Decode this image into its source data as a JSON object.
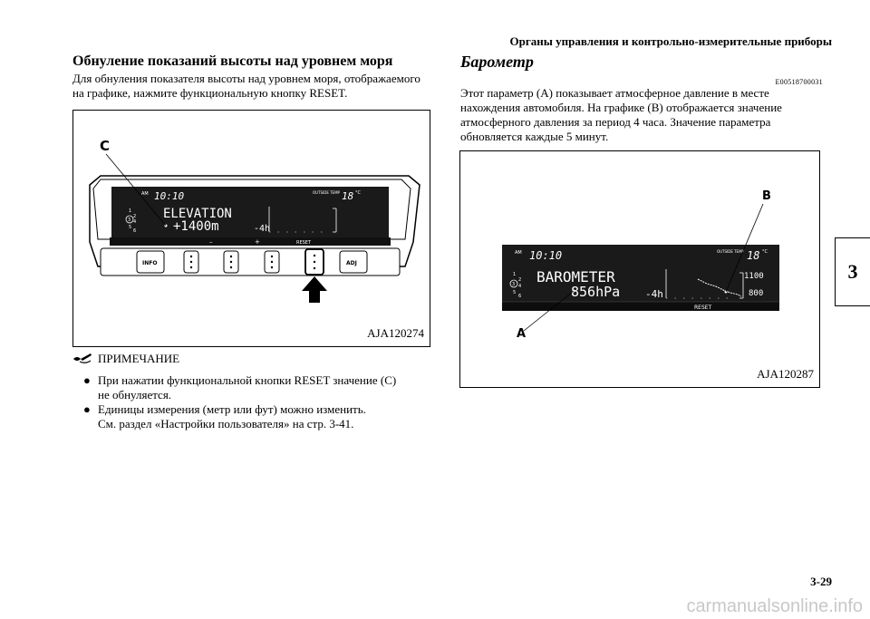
{
  "header": {
    "title": "Органы управления и контрольно-измерительные приборы"
  },
  "chapter_tab": "3",
  "left": {
    "heading": "Обнуление показаний высоты над уровнем моря",
    "para_lines": [
      "Для обнуления показателя высоты над уровнем моря, отображаемого",
      "на графике, нажмите функциональную кнопку RESET."
    ],
    "figure": {
      "caption": "AJA120274",
      "callout_c": "C",
      "lcd": {
        "am": "AM",
        "clock": "10:10",
        "outside_temp": "OUTSIDE TEMP",
        "temp": "18",
        "temp_unit": "°C",
        "mode": "ELEVATION",
        "value": "+1400m",
        "range": "-4h",
        "gears": [
          "1",
          "2",
          "4",
          "5",
          "6"
        ],
        "gear_selected": "3",
        "key_minus": "–",
        "key_plus": "+",
        "key_reset": "RESET"
      },
      "buttons": {
        "info": "INFO",
        "adj": "ADJ"
      }
    },
    "note": {
      "title": "ПРИМЕЧАНИЕ",
      "items": [
        {
          "bullet": "●",
          "lines": [
            "При нажатии функциональной кнопки RESET значение (C)",
            "не обнуляется."
          ]
        },
        {
          "bullet": "●",
          "lines": [
            "Единицы измерения (метр или фут) можно изменить.",
            "См. раздел «Настройки пользователя» на стр. 3-41."
          ]
        }
      ]
    }
  },
  "right": {
    "heading": "Барометр",
    "code": "E00518700031",
    "para_lines": [
      "Этот параметр (A) показывает атмосферное давление в месте",
      "нахождения автомобиля. На графике (B) отображается значение",
      "атмосферного давления за период 4 часа. Значение параметра",
      "обновляется каждые 5 минут."
    ],
    "figure": {
      "caption": "AJA120287",
      "callout_a": "A",
      "callout_b": "B",
      "lcd": {
        "am": "AM",
        "clock": "10:10",
        "outside_temp": "OUTSIDE TEMP",
        "temp": "18",
        "temp_unit": "°C",
        "mode": "BAROMETER",
        "value": "856hPa",
        "range": "-4h",
        "scale_top": "1100",
        "scale_bottom": "800",
        "gears": [
          "1",
          "2",
          "4",
          "5",
          "6"
        ],
        "gear_selected": "3",
        "key_reset": "RESET"
      }
    }
  },
  "page_number": "3-29",
  "watermark": "carmanualsonline.info"
}
